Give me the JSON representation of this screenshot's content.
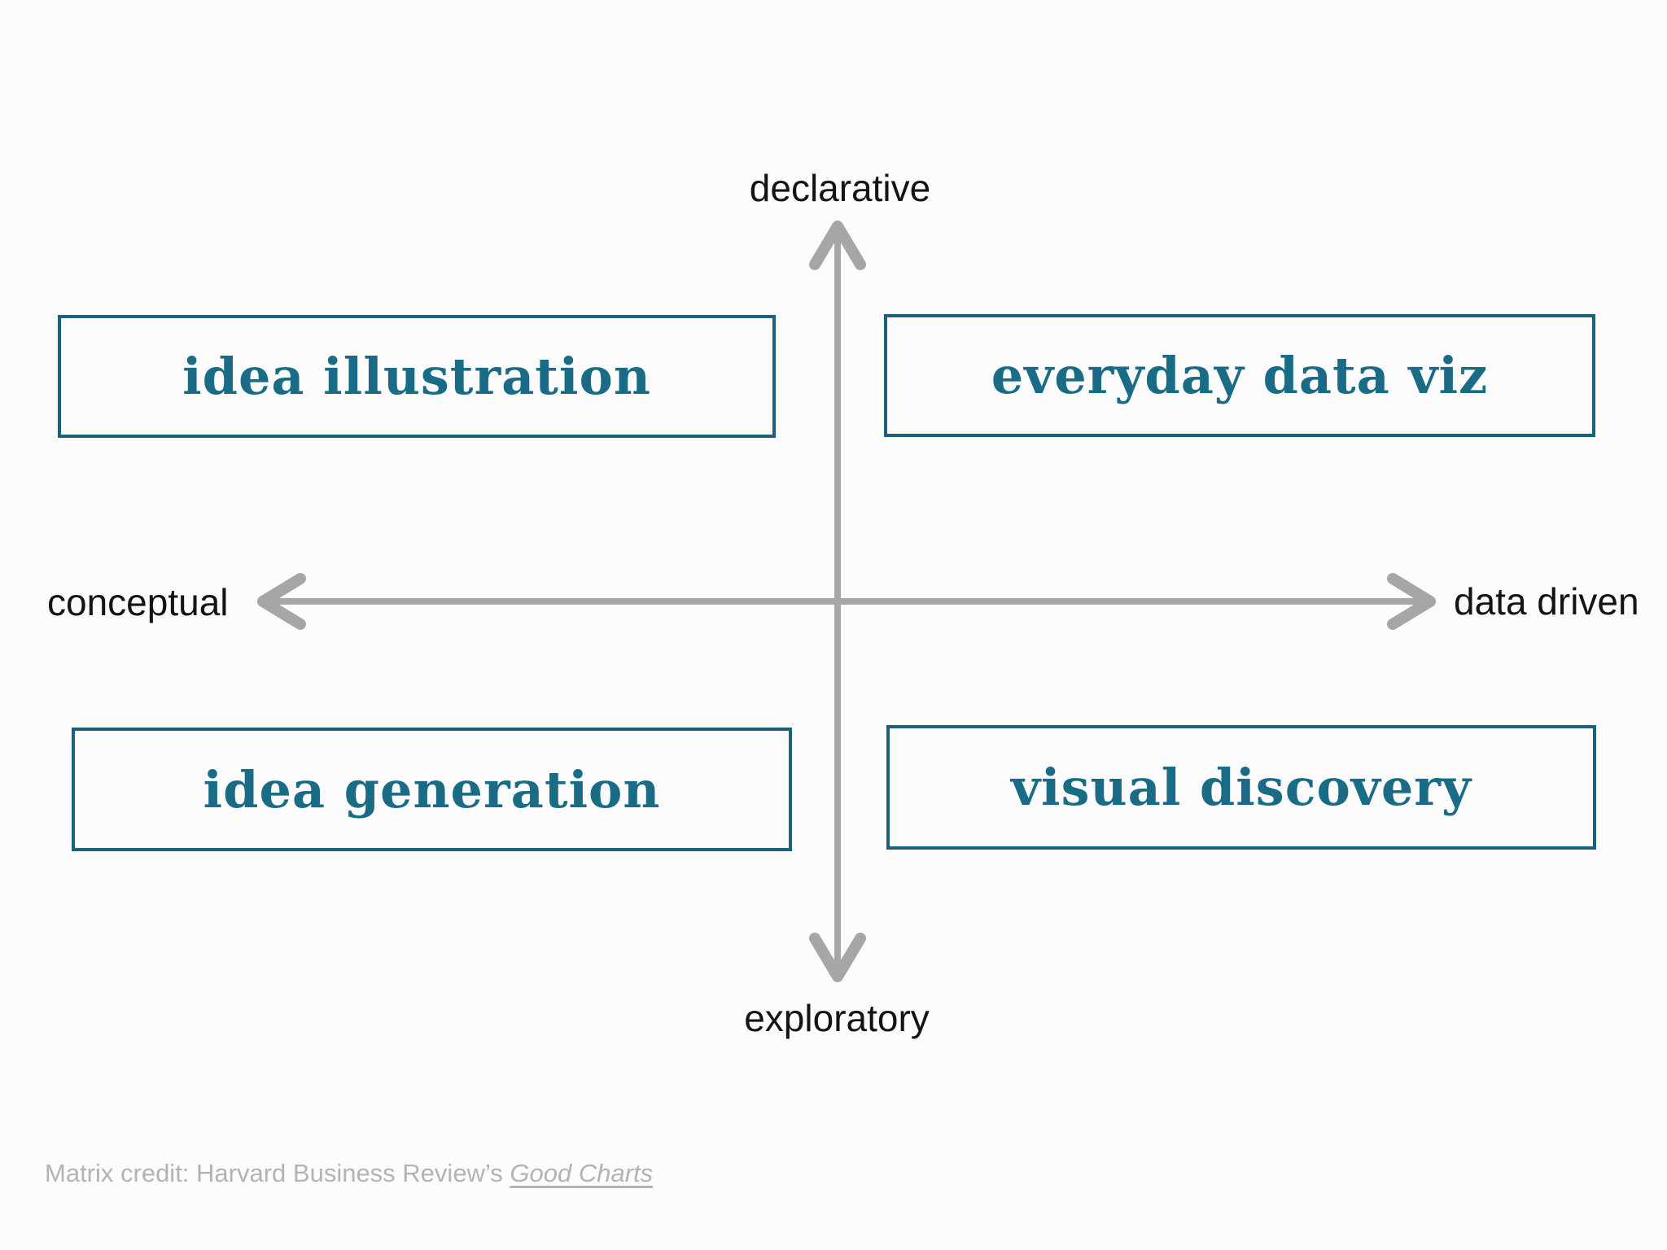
{
  "matrix": {
    "axes": {
      "top": "declarative",
      "bottom": "exploratory",
      "left": "conceptual",
      "right": "data driven"
    },
    "quadrants": [
      {
        "position": "top-left",
        "label": "idea illustration"
      },
      {
        "position": "top-right",
        "label": "everyday data viz"
      },
      {
        "position": "bottom-left",
        "label": "idea generation"
      },
      {
        "position": "bottom-right",
        "label": "visual discovery"
      }
    ],
    "credit": {
      "prefix": "Matrix credit: Harvard Business Review’s ",
      "work": "Good Charts"
    },
    "colors": {
      "quadrant_text": "#1a6b85",
      "quadrant_border": "#19617c",
      "axis_arrow": "#a6a6a9",
      "axis_label_text": "#141414",
      "credit_text": "#b3b3b3",
      "background": "#fcfcfc"
    }
  }
}
